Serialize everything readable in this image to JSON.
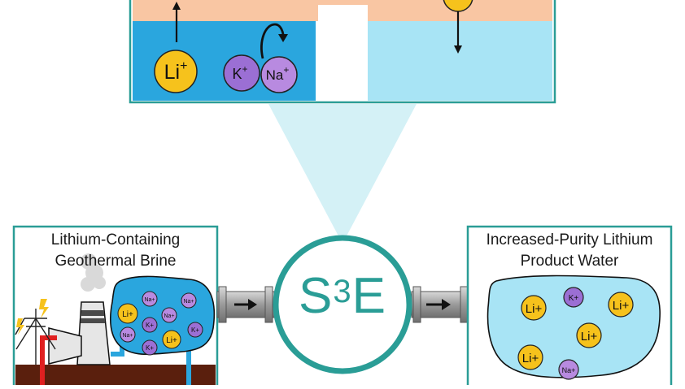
{
  "top_panel": {
    "ions": {
      "li": "Li",
      "k": "K",
      "na": "Na",
      "plus": "+"
    }
  },
  "center": {
    "logo_base": "S",
    "logo_sup": "3",
    "logo_end": "E"
  },
  "left_panel": {
    "title_line1": "Lithium-Containing",
    "title_line2": "Geothermal Brine"
  },
  "right_panel": {
    "title_line1": "Increased-Purity Lithium",
    "title_line2": "Product Water"
  },
  "colors": {
    "teal": "#2a9d96",
    "brine_blue": "#2aa6de",
    "product_blue": "#a8e4f5",
    "peach": "#f9c6a3",
    "lithium_yellow": "#f6c21c",
    "potassium_purple": "#9b6fd4",
    "sodium_purple": "#b88ae0"
  }
}
